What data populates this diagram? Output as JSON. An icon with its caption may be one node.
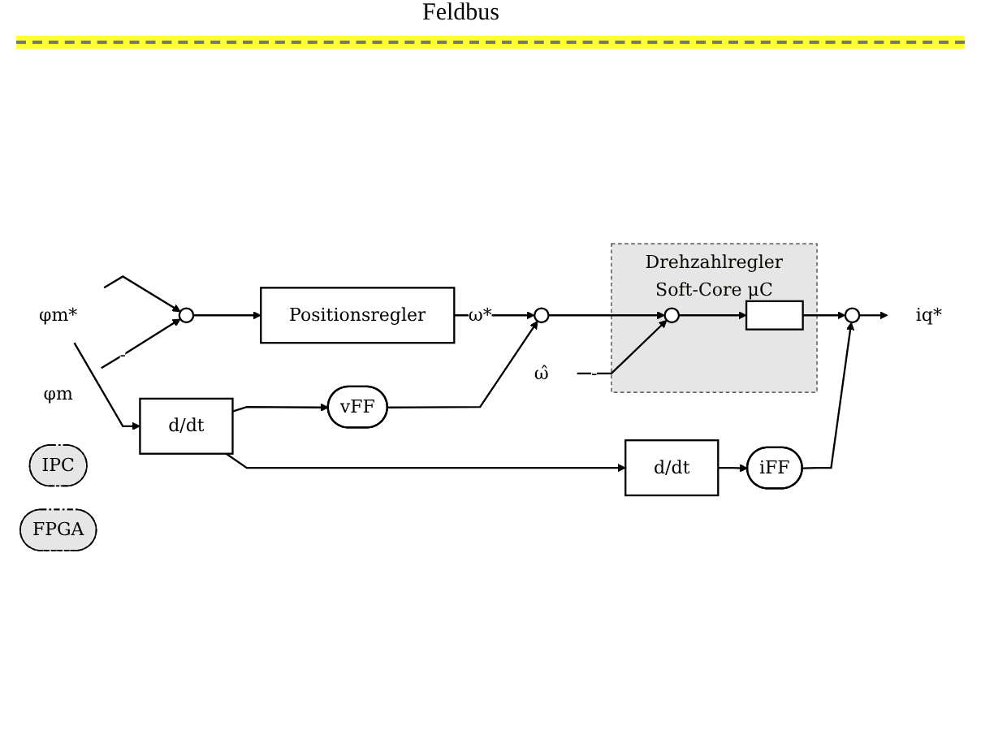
{
  "diagram": {
    "nodes": [
      {
        "text": [
          "d/dt"
        ]
      },
      {
        "text": [
          "d/dt"
        ]
      },
      {
        "text": [
          "vFF"
        ]
      },
      {
        "text": [
          "iFF"
        ]
      },
      {
        "text": [
          "Positionsregler"
        ]
      },
      {
        "text": [
          "IPC"
        ]
      },
      {
        "text": [
          "φm*"
        ]
      },
      {
        "text": [],
        "shape": "circle"
      },
      {
        "text": [],
        "shape": "circle"
      },
      {
        "text": [
          "Drehzahlregler",
          "Soft-Core μC"
        ]
      },
      {
        "text": [
          "FPGA"
        ]
      },
      {
        "text": [],
        "shape": "circle",
        "in": 9
      },
      {
        "text": [],
        "shape": "box",
        "in": 9
      },
      {
        "text": [],
        "shape": "circle"
      },
      {
        "text": [
          "iq*"
        ]
      },
      {
        "text": [
          "φm"
        ]
      },
      {
        "text": [
          "ω̂"
        ]
      }
    ],
    "edges": [
      {
        "from": 6,
        "to": 7,
        "arrow": "to"
      },
      {
        "from": 6,
        "to": 0,
        "arrow": "to"
      },
      {
        "from": 0,
        "to": 2,
        "arrow": "to"
      },
      {
        "from": 0,
        "to": 1,
        "arrow": "to"
      },
      {
        "from": 1,
        "to": 3,
        "arrow": "to"
      },
      {
        "from": 7,
        "to": 4,
        "arrow": "to"
      },
      {
        "from": 4,
        "to": 8,
        "arrow": "to",
        "label": "ω*"
      },
      {
        "from": 2,
        "to": 8,
        "arrow": "to"
      },
      {
        "from": 15,
        "to": 7,
        "arrow": "to",
        "label": "-"
      },
      {
        "from": 8,
        "to": 11,
        "arrow": "to"
      },
      {
        "from": 16,
        "to": 11,
        "arrow": "to",
        "label": "-"
      },
      {
        "from": 11,
        "to": 12,
        "arrow": "to"
      },
      {
        "from": 12,
        "to": 13,
        "arrow": "to"
      },
      {
        "from": 3,
        "to": 13,
        "arrow": "to"
      },
      {
        "from": 13,
        "to": 14,
        "arrow": "to"
      }
    ],
    "labels": [
      "Feldbus"
    ]
  }
}
